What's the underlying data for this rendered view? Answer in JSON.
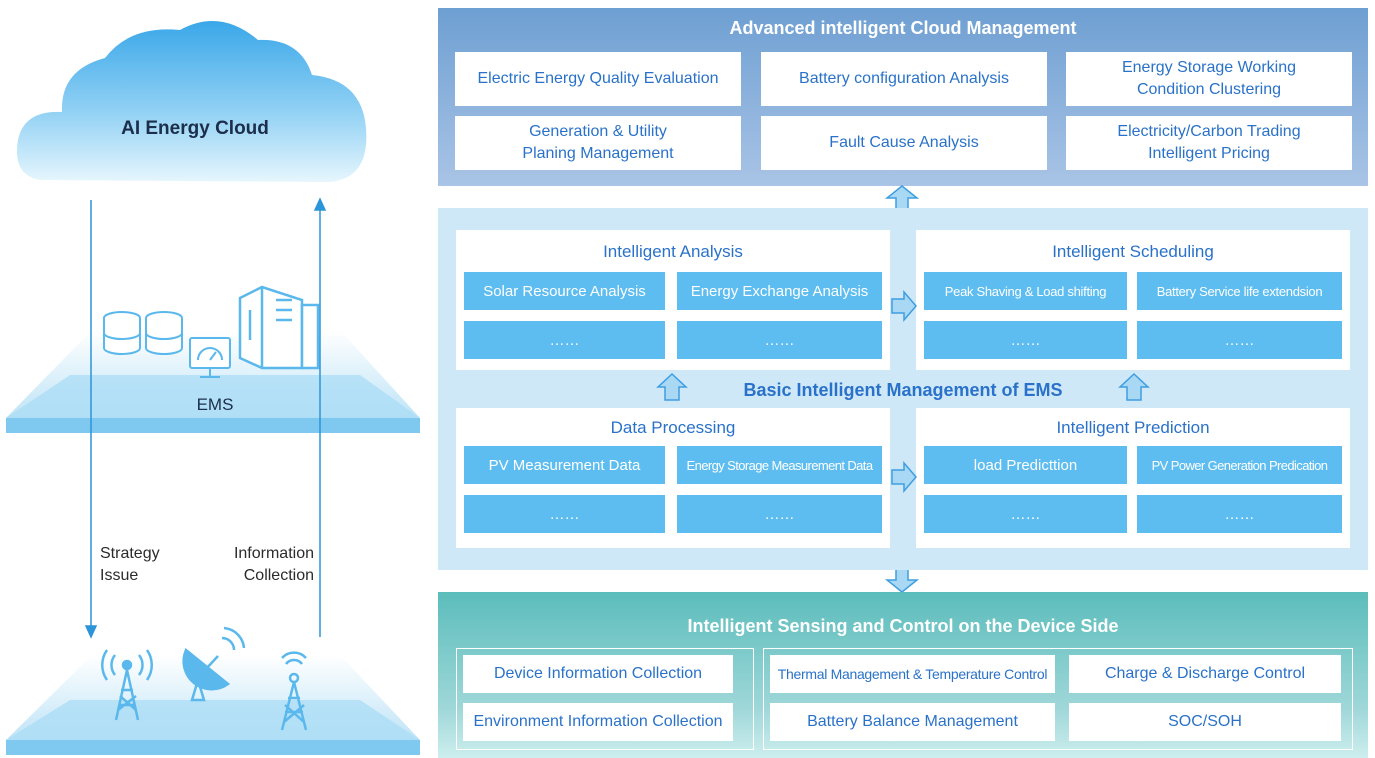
{
  "left": {
    "cloud_label": "AI Energy Cloud",
    "platform_label": "EMS",
    "strategy_label": "Strategy\nIssue",
    "info_label": "Information\nCollection"
  },
  "cloud_panel": {
    "title": "Advanced intelligent Cloud Management",
    "cells": [
      "Electric Energy  Quality Evaluation",
      "Battery configuration Analysis",
      "Energy Storage  Working\nCondition  Clustering",
      "Generation & Utility\nPlaning Management",
      "Fault Cause Analysis",
      "Electricity/Carbon Trading\nIntelligent Pricing"
    ]
  },
  "ems_panel": {
    "title": "Basic Intelligent Management of EMS",
    "analysis": {
      "title": "Intelligent Analysis",
      "cells": [
        "Solar Resource Analysis",
        "Energy Exchange Analysis",
        "……",
        "……"
      ]
    },
    "scheduling": {
      "title": "Intelligent Scheduling",
      "cells": [
        "Peak Shaving & Load shifting",
        "Battery Service life extendsion",
        "……",
        "……"
      ]
    },
    "processing": {
      "title": "Data Processing",
      "cells": [
        "PV Measurement Data",
        "Energy Storage Measurement Data",
        "……",
        "……"
      ]
    },
    "prediction": {
      "title": "Intelligent Prediction",
      "cells": [
        "load Predicttion",
        "PV Power Generation Predication",
        "……",
        "……"
      ]
    }
  },
  "device_panel": {
    "title": "Intelligent Sensing and Control on the Device Side",
    "cells": [
      "Device Information Collection",
      "Environment Information Collection",
      "Thermal Management & Temperature Control",
      "Charge & Discharge Control",
      "Battery Balance Management",
      "SOC/SOH"
    ]
  },
  "colors": {
    "cloud_header": "#6e9fd2",
    "ems_background": "#cfe8f8",
    "cell_blue": "#5ebdf0",
    "device_header": "#5bbdbb",
    "text_blue": "#2a72c9"
  }
}
